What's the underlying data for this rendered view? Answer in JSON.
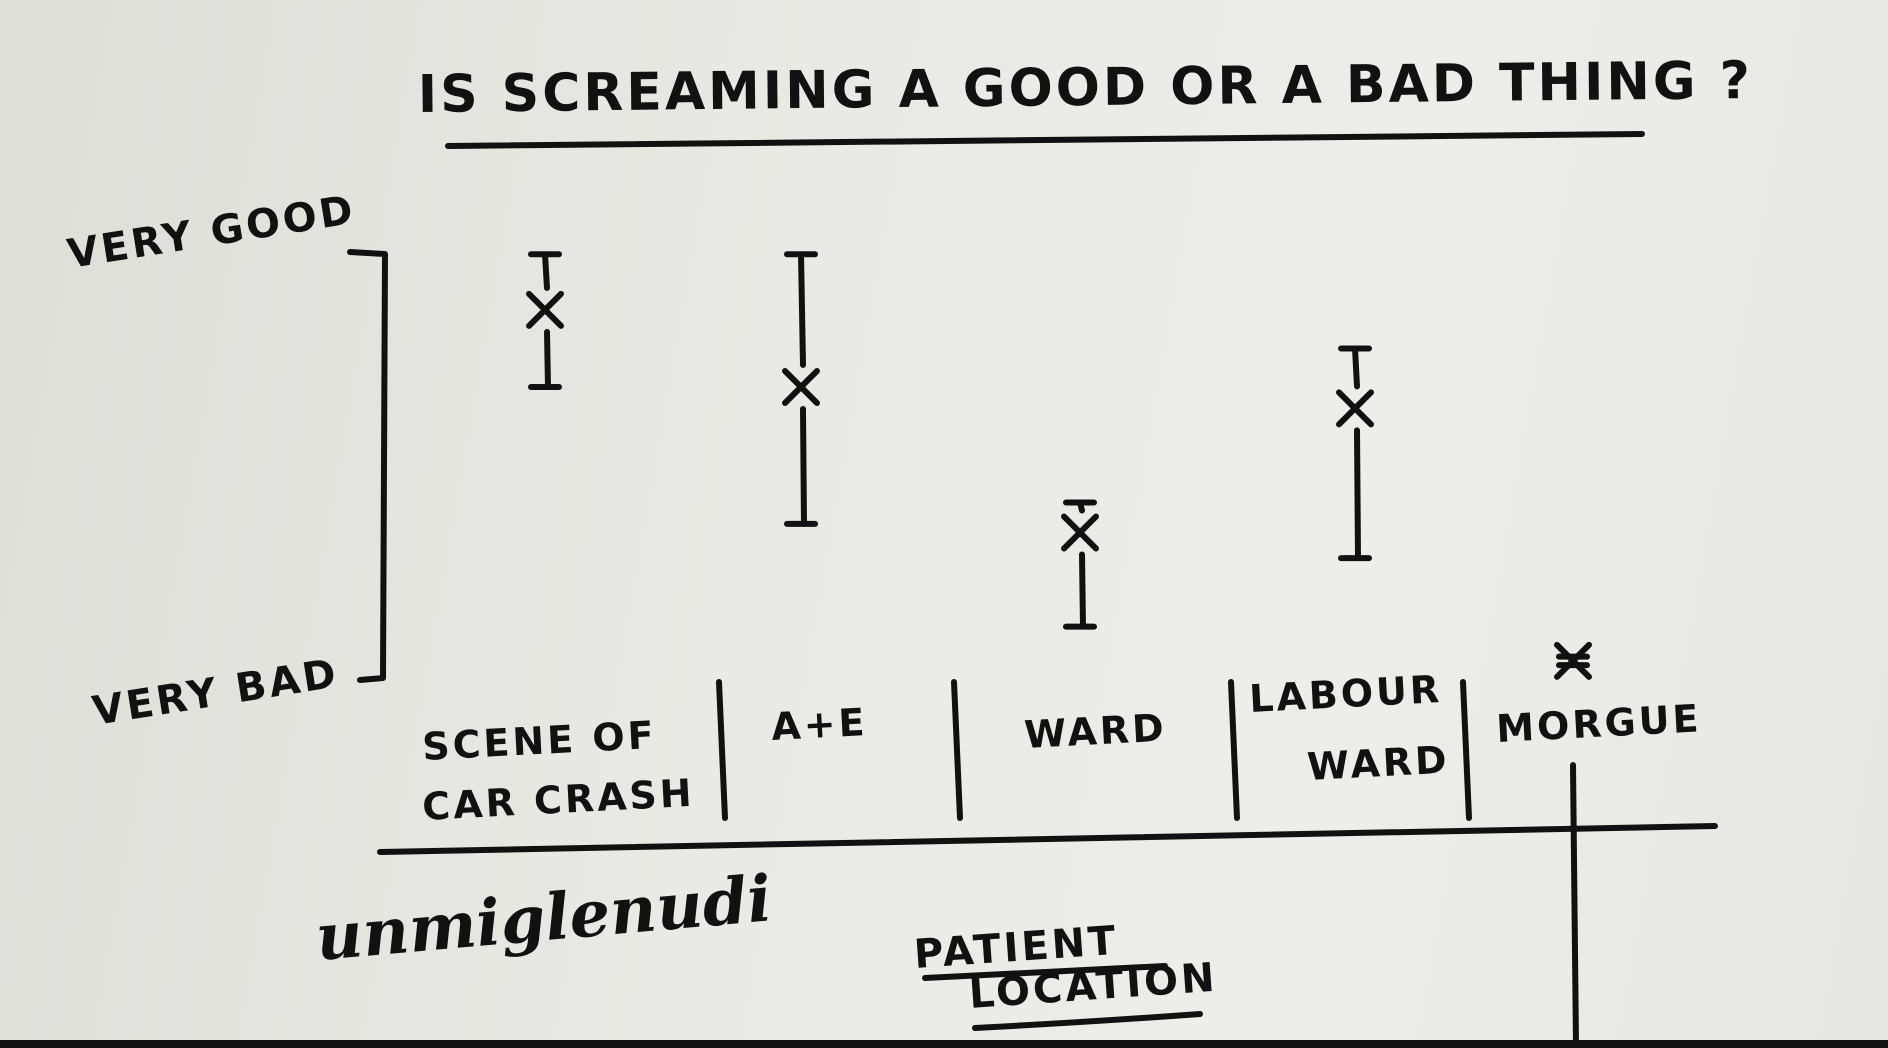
{
  "chart_data": {
    "type": "error-bar",
    "title": "IS SCREAMING A GOOD OR A BAD THING ?",
    "xlabel": "PATIENT LOCATION",
    "ylabel": "",
    "y_top_label": "VERY GOOD",
    "y_bottom_label": "VERY BAD",
    "ylim": [
      0,
      10
    ],
    "categories": [
      {
        "label_lines": [
          "SCENE OF",
          "CAR CRASH"
        ],
        "low": 6.8,
        "mid": 8.6,
        "high": 9.9
      },
      {
        "label_lines": [
          "A+E"
        ],
        "low": 3.6,
        "mid": 6.8,
        "high": 9.9
      },
      {
        "label_lines": [
          "WARD"
        ],
        "low": 1.2,
        "mid": 3.4,
        "high": 4.1
      },
      {
        "label_lines": [
          "LABOUR",
          "WARD"
        ],
        "low": 2.8,
        "mid": 6.3,
        "high": 7.7
      },
      {
        "label_lines": [
          "MORGUE"
        ],
        "low": 0.3,
        "mid": 0.4,
        "high": 0.5
      }
    ],
    "grid": false,
    "legend": "none"
  },
  "signature": "unmiglenudi",
  "ink_color": "#111111",
  "paper_color": "#e6e8e1"
}
